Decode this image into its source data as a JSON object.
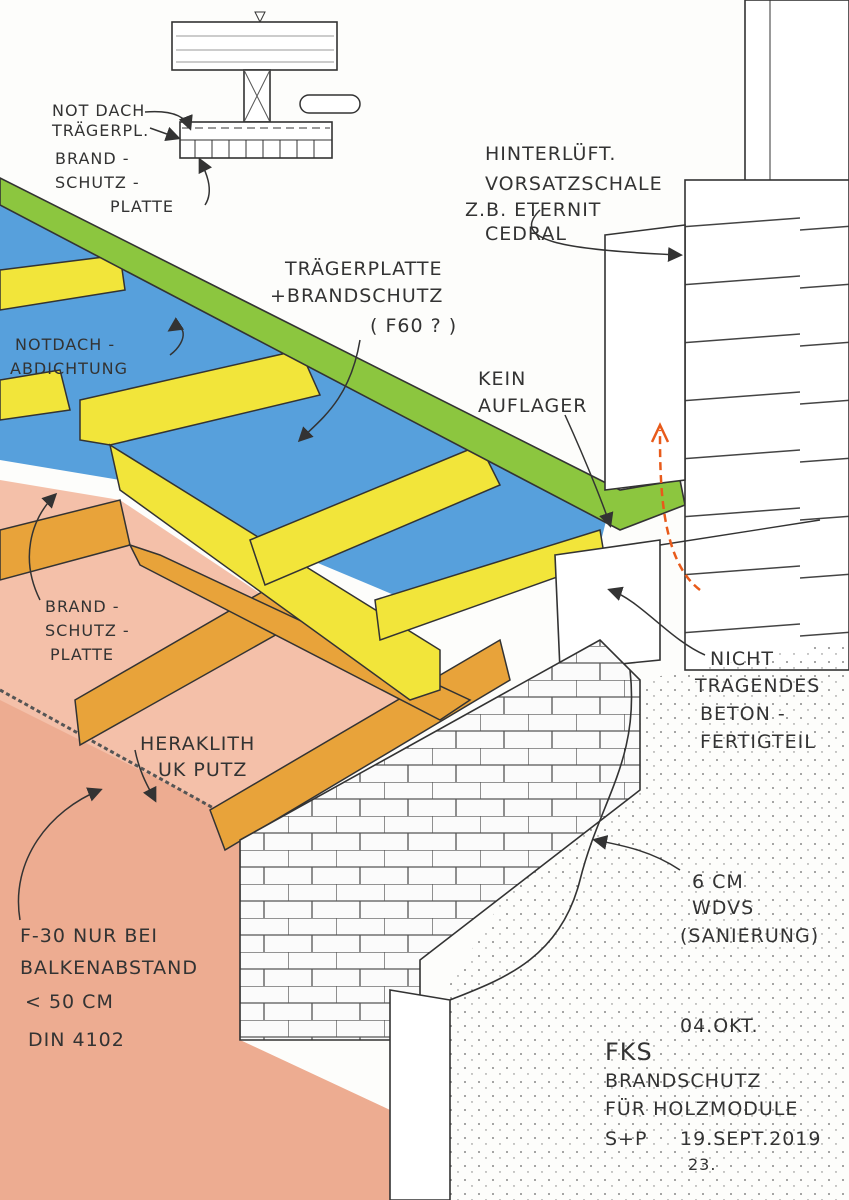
{
  "colors": {
    "roof_membrane": "#8cc63f",
    "insulation_blue": "#3a8fd6",
    "beam_yellow": "#f2e53a",
    "beam_orange": "#e8a33a",
    "ceiling_peach": "#f2b59a",
    "ventilation_arrow": "#e85a1a"
  },
  "labels": {
    "notdach_traegerpl": [
      "NOT DACH",
      "TRÄGERPL."
    ],
    "brandschutzplatte_top": [
      "BRAND -",
      "SCHUTZ -",
      "PLATTE"
    ],
    "vorsatzschale": [
      "HINTERLÜFT.",
      "VORSATZSCHALE",
      "Z.B. ETERNIT",
      "CEDRAL"
    ],
    "traegerplatte": [
      "TRÄGERPLATTE",
      "+BRANDSCHUTZ",
      "( F60 ? )"
    ],
    "notdach_abdichtung": [
      "NOTDACH -",
      "ABDICHTUNG"
    ],
    "kein_auflager": [
      "KEIN",
      "AUFLAGER"
    ],
    "brandschutzplatte_left": [
      "BRAND -",
      "SCHUTZ -",
      "PLATTE"
    ],
    "betonfertigteil": [
      "NICHT",
      "TRAGENDES",
      "BETON -",
      "FERTIGTEIL"
    ],
    "heraklith": [
      "HERAKLITH",
      "UK PUTZ"
    ],
    "wdvs": [
      "6 CM",
      "WDVS",
      "(SANIERUNG)"
    ],
    "f30": [
      "F-30 NUR BEI",
      "BALKENABSTAND",
      "< 50 CM",
      "DIN 4102"
    ]
  },
  "title_block": {
    "date_revised": "04.OKT.",
    "project": "FKS",
    "title_line1": "BRANDSCHUTZ",
    "title_line2": "FÜR HOLZMODULE",
    "author": "S+P",
    "date": "19.SEPT.2019",
    "date_day_revised": "23."
  }
}
